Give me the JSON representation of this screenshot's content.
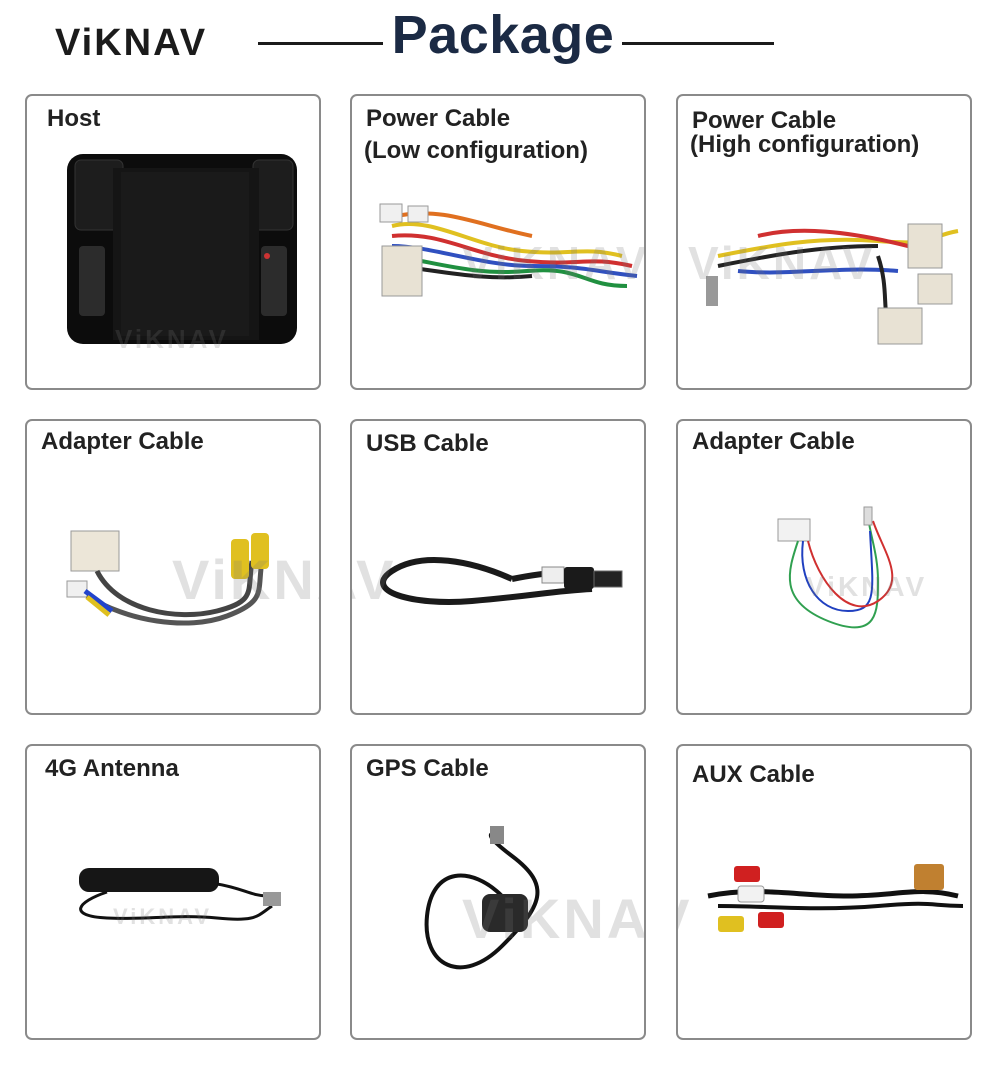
{
  "header": {
    "logo_text": "ViKNAV",
    "title": "Package"
  },
  "cards": [
    {
      "label": "Host",
      "sub": ""
    },
    {
      "label": "Power Cable",
      "sub": "(Low configuration)"
    },
    {
      "label": "Power Cable",
      "sub": "(High configuration)"
    },
    {
      "label": "Adapter Cable",
      "sub": ""
    },
    {
      "label": "USB Cable",
      "sub": ""
    },
    {
      "label": "Adapter Cable",
      "sub": ""
    },
    {
      "label": "4G Antenna",
      "sub": ""
    },
    {
      "label": "GPS Cable",
      "sub": ""
    },
    {
      "label": "AUX Cable",
      "sub": ""
    }
  ],
  "watermark_text": "ViKNAV",
  "colors": {
    "border": "#8a8a8a",
    "title": "#1b2a44",
    "logo_accent": "#d02020"
  }
}
